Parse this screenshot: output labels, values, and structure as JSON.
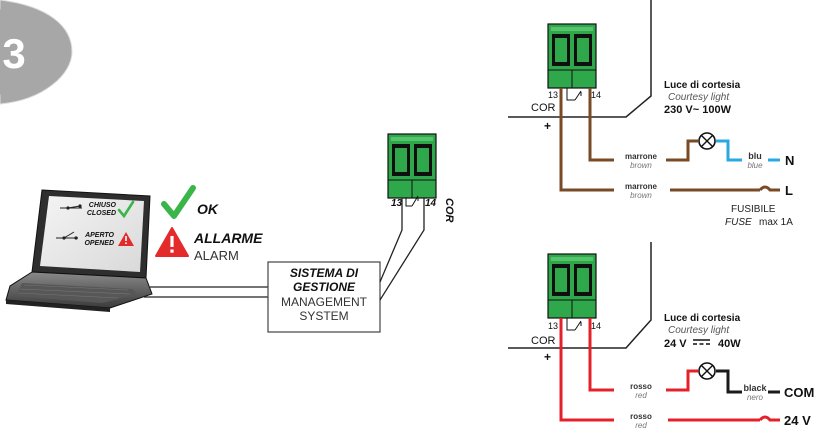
{
  "step_number": "3",
  "laptop": {
    "closed_line1": "CHIUSO",
    "closed_line2": "CLOSED",
    "opened_line1": "APERTO",
    "opened_line2": "OPENED"
  },
  "status": {
    "ok_label": "OK",
    "alarm_label_it": "ALLARME",
    "alarm_label_en": "ALARM"
  },
  "management_box": {
    "line1": "SISTEMA DI",
    "line2": "GESTIONE",
    "line3": "MANAGEMENT",
    "line4": "SYSTEM"
  },
  "middle_terminal": {
    "left_pin": "13",
    "right_pin": "14",
    "label": "COR"
  },
  "top_circuit": {
    "pin_left": "13",
    "pin_right": "14",
    "cor_label": "COR",
    "plus": "+",
    "light_title": "Luce di cortesia",
    "light_subtitle": "Courtesy light",
    "light_rating": "230 V~ 100W",
    "wire1_it": "marrone",
    "wire1_en": "brown",
    "wire2_it": "marrone",
    "wire2_en": "brown",
    "blue_it": "blu",
    "blue_en": "blue",
    "neutral": "N",
    "line": "L",
    "fuse_it": "FUSIBILE",
    "fuse_en": "FUSE",
    "fuse_rating": "max 1A",
    "colors": {
      "brown": "#7a4a24",
      "blue": "#29a9e0"
    }
  },
  "bottom_circuit": {
    "pin_left": "13",
    "pin_right": "14",
    "cor_label": "COR",
    "plus": "+",
    "light_title": "Luce di cortesia",
    "light_subtitle": "Courtesy light",
    "light_rating_voltage": "24 V",
    "light_rating_power": "40W",
    "wire1_it": "rosso",
    "wire1_en": "red",
    "wire2_it": "rosso",
    "wire2_en": "red",
    "black_en": "black",
    "black_it": "nero",
    "com": "COM",
    "supply": "24 V",
    "colors": {
      "red": "#e4202a",
      "black": "#1a1a1a"
    }
  },
  "colors": {
    "terminal_green": "#2ea84a",
    "check_green": "#3ab54a",
    "alarm_red": "#e32b2b",
    "badge_gray": "#a7a7a7"
  }
}
